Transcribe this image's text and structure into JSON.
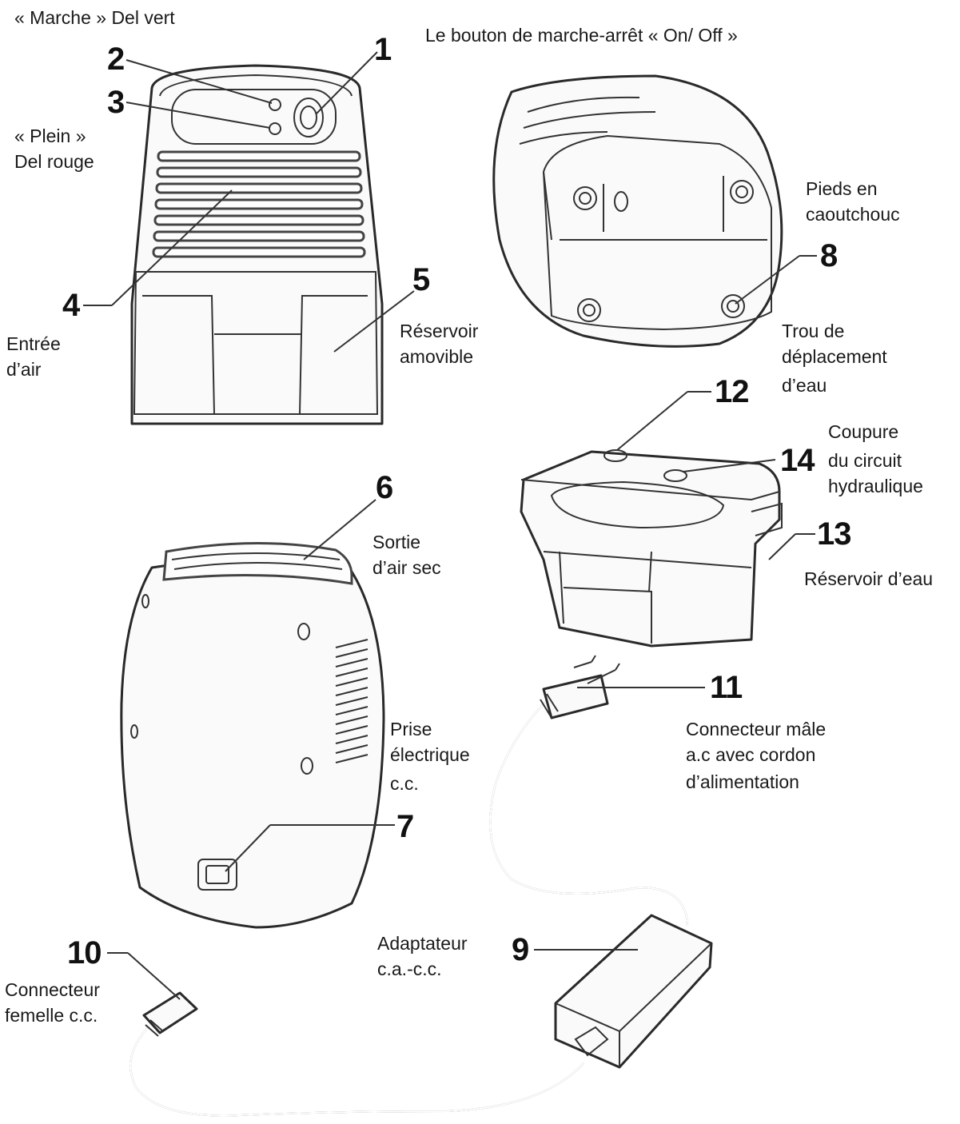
{
  "labels": {
    "marche_del_vert": "« Marche » Del vert",
    "bouton_on_off": "Le bouton de marche-arrêt « On/ Off »",
    "plein_line1": "« Plein »",
    "plein_line2": "Del rouge",
    "entree_line1": "Entrée",
    "entree_line2": "d’air",
    "reservoir_amov_line1": "Réservoir",
    "reservoir_amov_line2": "amovible",
    "pieds_line1": "Pieds en",
    "pieds_line2": "caoutchouc",
    "trou_line1": "Trou de",
    "trou_line2": "déplacement",
    "trou_line3": "d’eau",
    "coupure_line1": "Coupure",
    "coupure_line2": "du circuit",
    "coupure_line3": "hydraulique",
    "reservoir_eau": "Réservoir d’eau",
    "sortie_line1": "Sortie",
    "sortie_line2": "d’air sec",
    "prise_line1": "Prise",
    "prise_line2": "électrique",
    "prise_line3": "c.c.",
    "connecteur_male_line1": "Connecteur mâle",
    "connecteur_male_line2": "a.c avec cordon",
    "connecteur_male_line3": "d’alimentation",
    "adaptateur_line1": "Adaptateur",
    "adaptateur_line2": "c.a.-c.c.",
    "connecteur_fem_line1": "Connecteur",
    "connecteur_fem_line2": "femelle c.c."
  },
  "callouts": {
    "n1": "1",
    "n2": "2",
    "n3": "3",
    "n4": "4",
    "n5": "5",
    "n6": "6",
    "n7": "7",
    "n8": "8",
    "n9": "9",
    "n10": "10",
    "n11": "11",
    "n12": "12",
    "n13": "13",
    "n14": "14"
  }
}
